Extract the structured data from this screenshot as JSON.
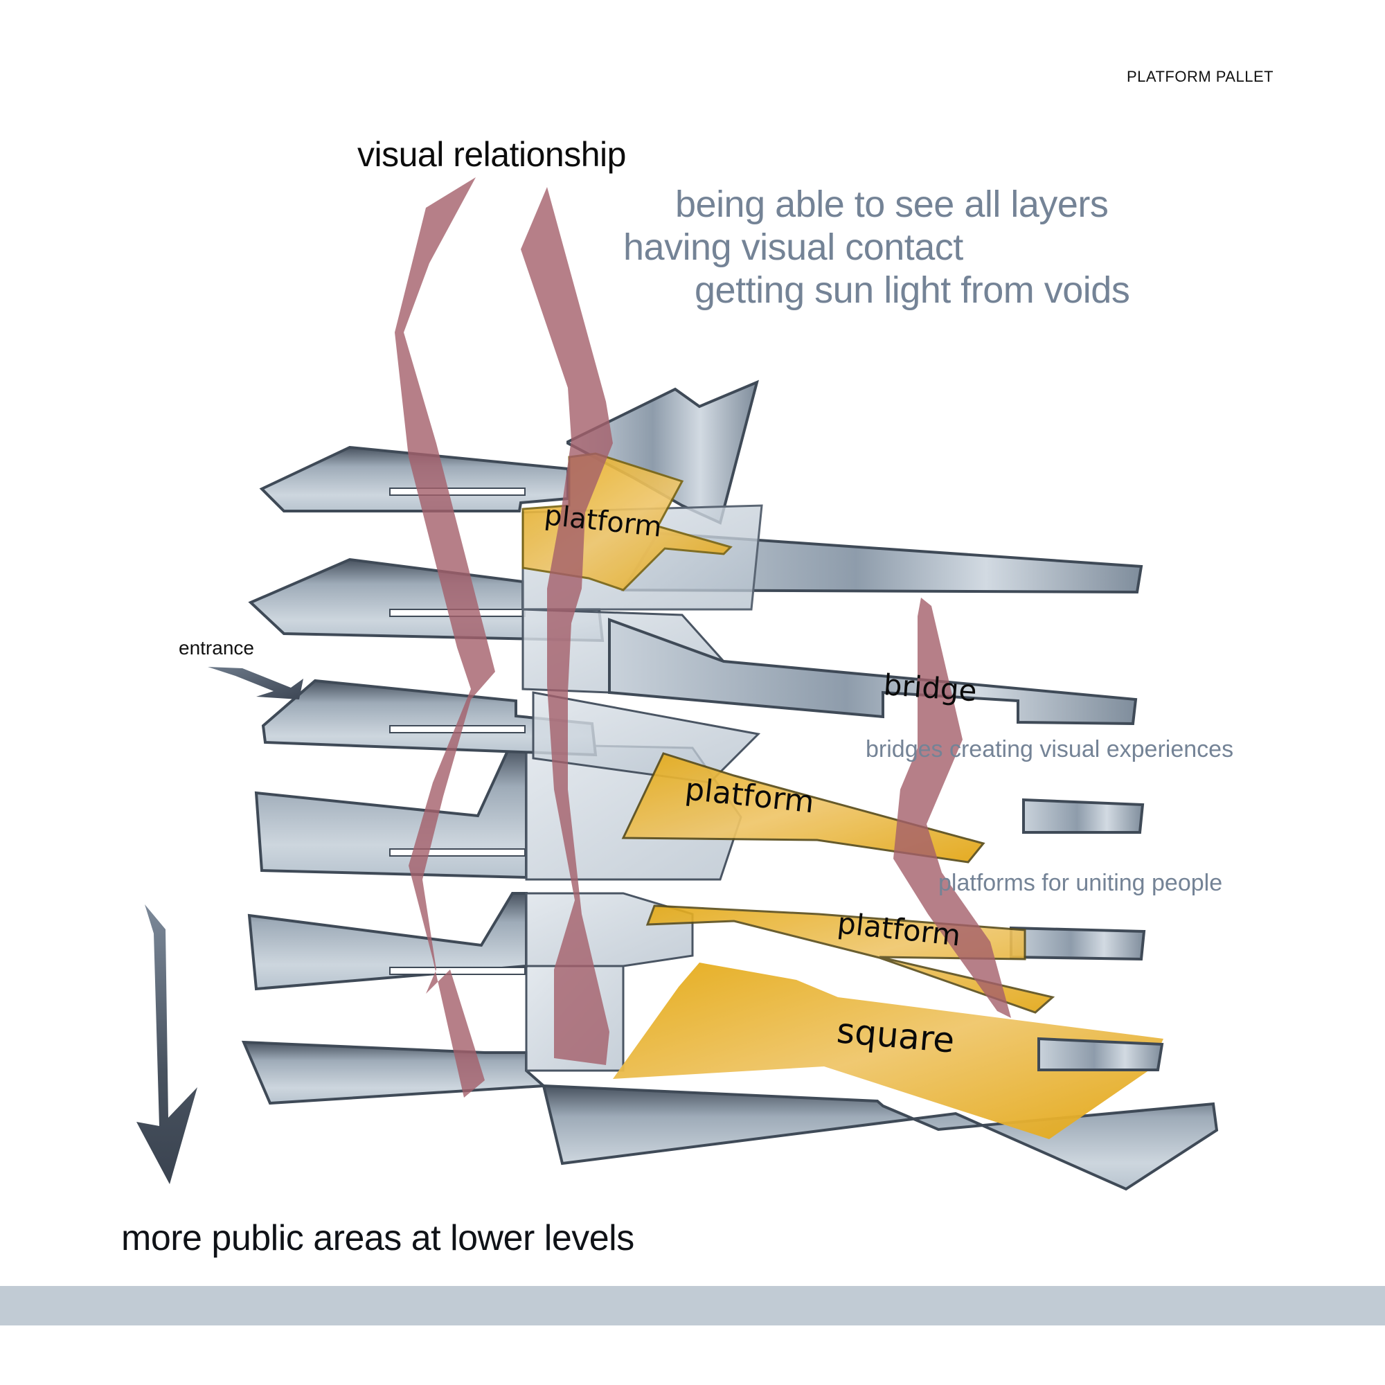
{
  "sheet": {
    "corner_title": "PLATFORM PALLET"
  },
  "headline": {
    "title": "visual relationship",
    "notes": [
      "being able to see all layers",
      "having visual contact",
      "getting sun light from voids"
    ]
  },
  "annotations": {
    "entrance": "entrance",
    "bridges_note": "bridges creating visual experiences",
    "platforms_note": "platforms for uniting people",
    "bottom_caption": "more public areas at lower levels"
  },
  "slab_labels": {
    "platform_top": "platform",
    "bridge": "bridge",
    "platform_middle": "platform",
    "platform_lower": "platform",
    "square": "square"
  },
  "colors": {
    "slab_fill": "#b9c5d0",
    "slab_dark": "#3c4756",
    "slab_outline": "#3f4a57",
    "highlight_yellow": "#e6ad1a",
    "visual_axis": "#a45f6a",
    "note_text": "#748396",
    "footer_band": "#c1cbd4"
  },
  "icons": {
    "entrance_arrow": "arrow-right-down-icon",
    "levels_arrow": "arrow-down-icon"
  }
}
